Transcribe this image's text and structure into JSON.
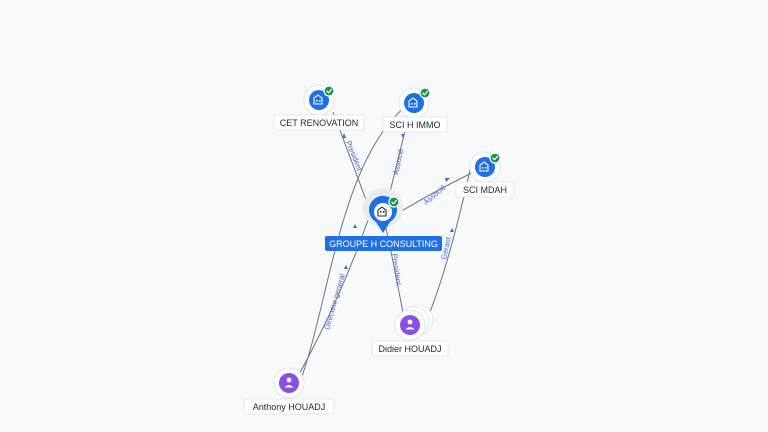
{
  "graph": {
    "central": {
      "label": "GROUPE H CONSULTING",
      "icon": "company-building-icon",
      "verified": true
    },
    "nodes": {
      "cet_renovation": {
        "label": "CET RENOVATION",
        "type": "company",
        "icon": "company-building-icon",
        "verified": true
      },
      "sci_h_immo": {
        "label": "SCI H IMMO",
        "type": "company",
        "icon": "company-building-icon",
        "verified": true
      },
      "sci_mdah": {
        "label": "SCI MDAH",
        "type": "company",
        "icon": "company-building-icon",
        "verified": true
      },
      "didier_houadj": {
        "label": "Didier HOUADJ",
        "type": "person",
        "icon": "person-icon"
      },
      "anthony_houadj": {
        "label": "Anthony HOUADJ",
        "type": "person",
        "icon": "person-icon"
      }
    },
    "edges": {
      "president_cet": "President",
      "associe_sci_h_immo": "Associé",
      "associe_sci_mdah": "Associé",
      "gerant_sci_mdah": "Gerant",
      "president_didier": "President",
      "directeur_general_anthony": "Directeur general"
    }
  },
  "colors": {
    "company": "#1f6fe5",
    "person": "#8a4ee6",
    "verified": "#16924a",
    "edge_label": "#4a63d3",
    "edge_line": "#6b7280",
    "background": "#f8f9fb"
  }
}
